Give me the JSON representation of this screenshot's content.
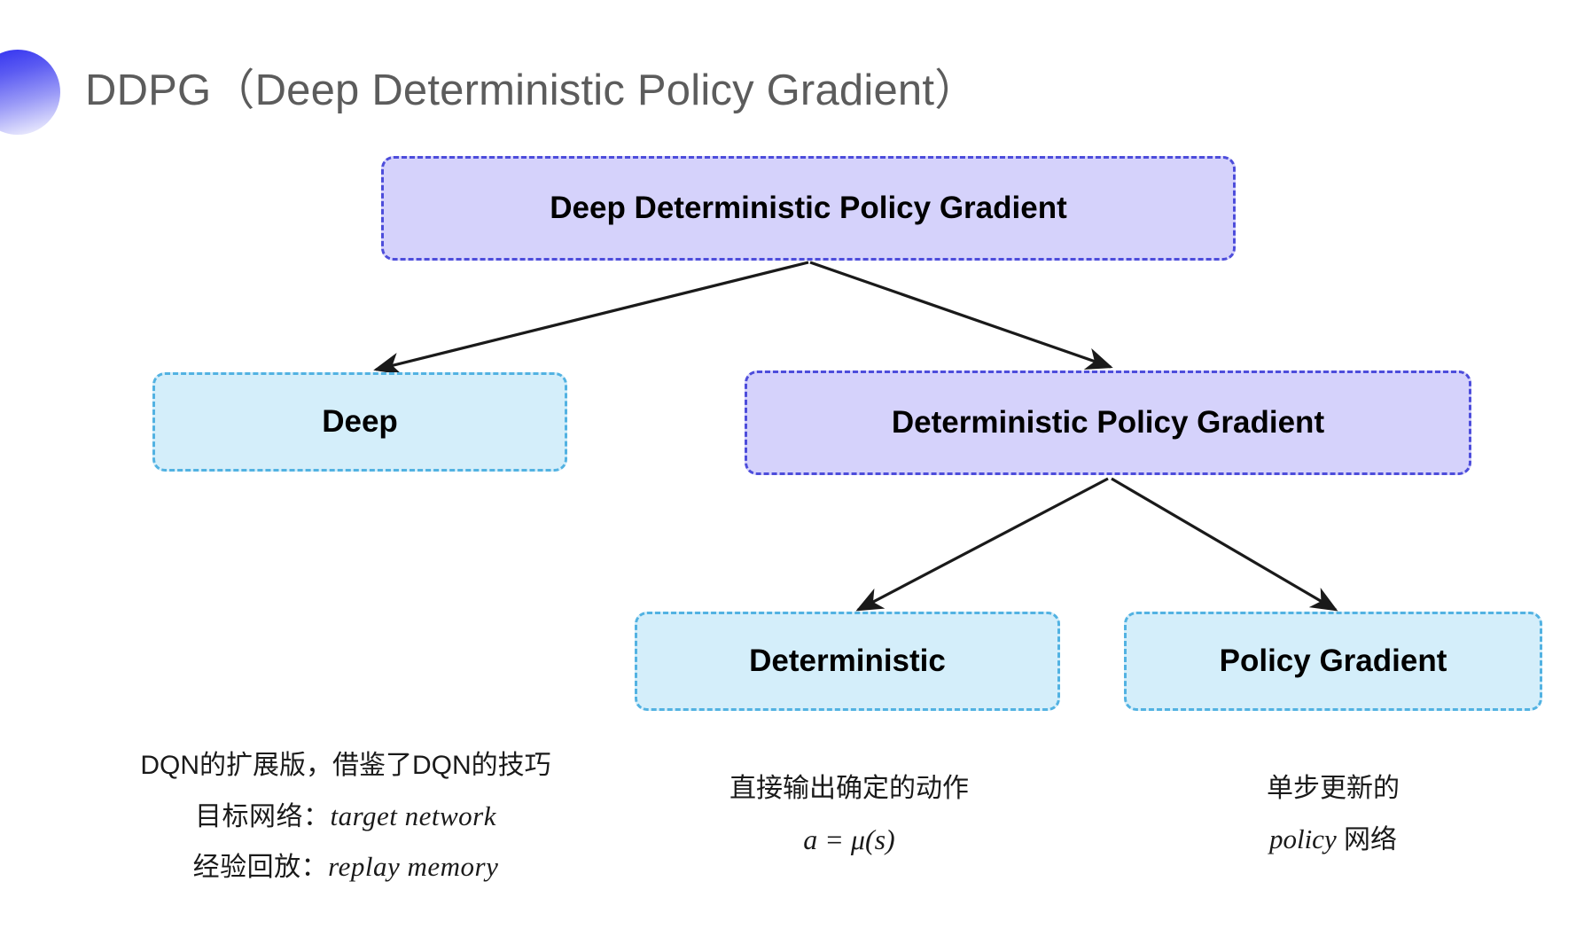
{
  "slide": {
    "title": "DDPG（Deep Deterministic Policy Gradient）",
    "bullet_icon": "gradient-circle-bullet",
    "background_color": "#ffffff",
    "title_color": "#5c5c5c"
  },
  "colors": {
    "purple_fill": "#d5d2fb",
    "purple_border": "#4d4ddb",
    "cyan_fill": "#d4eefa",
    "cyan_border": "#52b2e2",
    "arrow": "#1a1a1a",
    "text": "#000000"
  },
  "diagram": {
    "type": "tree",
    "nodes": [
      {
        "id": "root",
        "label": "Deep Deterministic Policy Gradient",
        "style": "purple"
      },
      {
        "id": "deep",
        "label": "Deep",
        "style": "cyan"
      },
      {
        "id": "dpg",
        "label": "Deterministic Policy Gradient",
        "style": "purple"
      },
      {
        "id": "deterministic",
        "label": "Deterministic",
        "style": "cyan"
      },
      {
        "id": "policy_gradient",
        "label": "Policy Gradient",
        "style": "cyan"
      }
    ],
    "edges": [
      {
        "from": "root",
        "to": "deep"
      },
      {
        "from": "root",
        "to": "dpg"
      },
      {
        "from": "dpg",
        "to": "deterministic"
      },
      {
        "from": "dpg",
        "to": "policy_gradient"
      }
    ]
  },
  "captions": {
    "left": {
      "line1": "DQN的扩展版，借鉴了DQN的技巧",
      "line2_label": "目标网络：",
      "line2_term": "target network",
      "line3_label": "经验回放：",
      "line3_term": "replay memory"
    },
    "middle": {
      "line1": "直接输出确定的动作",
      "formula": "a = μ(s)"
    },
    "right": {
      "line1": "单步更新的",
      "line2_term": "policy",
      "line2_suffix": " 网络"
    }
  }
}
